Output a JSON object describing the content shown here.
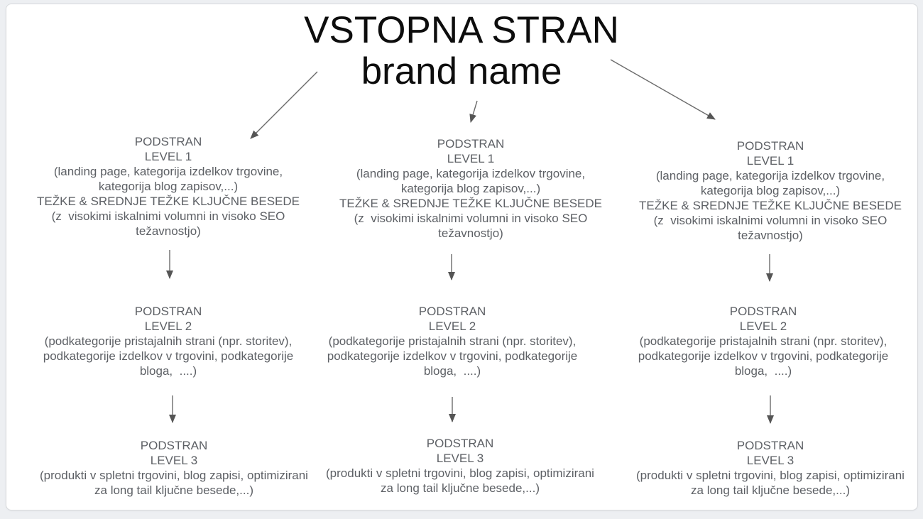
{
  "title": {
    "line1": "VSTOPNA STRAN",
    "line2": "brand name"
  },
  "colors": {
    "page_background": "#edeff2",
    "card_background": "#ffffff",
    "card_border": "#d7d9dc",
    "title_text": "#0d0d0d",
    "node_text": "#5d6065",
    "arrow": "#6b6b6b"
  },
  "columns": [
    {
      "name": "column-1",
      "levels": [
        {
          "heading": "PODSTRAN",
          "level_label": "LEVEL 1",
          "description_lines": [
            "(landing page, kategorija izdelkov trgovine,",
            "kategorija blog zapisov,...)",
            "TEŽKE & SREDNJE TEŽKE KLJUČNE BESEDE",
            "(z  visokimi iskalnimi volumni in visoko SEO",
            "težavnostjo)"
          ]
        },
        {
          "heading": "PODSTRAN",
          "level_label": "LEVEL 2",
          "description_lines": [
            "(podkategorije pristajalnih strani (npr. storitev),",
            "podkategorije izdelkov v trgovini, podkategorije",
            "bloga,  ....)"
          ]
        },
        {
          "heading": "PODSTRAN",
          "level_label": "LEVEL 3",
          "description_lines": [
            "(produkti v spletni trgovini, blog zapisi, optimizirani",
            "za long tail ključne besede,...)"
          ]
        }
      ]
    },
    {
      "name": "column-2",
      "levels": [
        {
          "heading": "PODSTRAN",
          "level_label": "LEVEL 1",
          "description_lines": [
            "(landing page, kategorija izdelkov trgovine,",
            "kategorija blog zapisov,...)",
            "TEŽKE & SREDNJE TEŽKE KLJUČNE BESEDE",
            "(z  visokimi iskalnimi volumni in visoko SEO",
            "težavnostjo)"
          ]
        },
        {
          "heading": "PODSTRAN",
          "level_label": "LEVEL 2",
          "description_lines": [
            "(podkategorije pristajalnih strani (npr. storitev),",
            "podkategorije izdelkov v trgovini, podkategorije",
            "bloga,  ....)"
          ]
        },
        {
          "heading": "PODSTRAN",
          "level_label": "LEVEL 3",
          "description_lines": [
            "(produkti v spletni trgovini, blog zapisi, optimizirani",
            "za long tail ključne besede,...)"
          ]
        }
      ]
    },
    {
      "name": "column-3",
      "levels": [
        {
          "heading": "PODSTRAN",
          "level_label": "LEVEL 1",
          "description_lines": [
            "(landing page, kategorija izdelkov trgovine,",
            "kategorija blog zapisov,...)",
            "TEŽKE & SREDNJE TEŽKE KLJUČNE BESEDE",
            "(z  visokimi iskalnimi volumni in visoko SEO",
            "težavnostjo)"
          ]
        },
        {
          "heading": "PODSTRAN",
          "level_label": "LEVEL 2",
          "description_lines": [
            "(podkategorije pristajalnih strani (npr. storitev),",
            "podkategorije izdelkov v trgovini, podkategorije",
            "bloga,  ....)"
          ]
        },
        {
          "heading": "PODSTRAN",
          "level_label": "LEVEL 3",
          "description_lines": [
            "(produkti v spletni trgovini, blog zapisi, optimizirani",
            "za long tail ključne besede,...)"
          ]
        }
      ]
    }
  ]
}
